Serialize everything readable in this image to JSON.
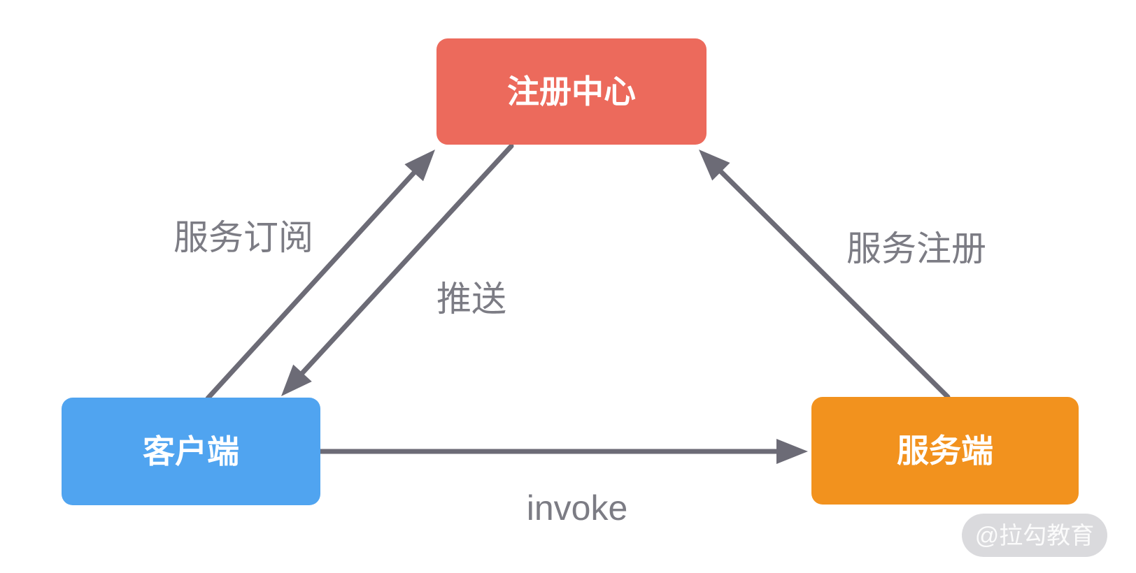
{
  "diagram": {
    "nodes": {
      "registry": {
        "label": "注册中心",
        "color": "#EC6A5C"
      },
      "client": {
        "label": "客户端",
        "color": "#50A4F0"
      },
      "server": {
        "label": "服务端",
        "color": "#F2921E"
      }
    },
    "edges": {
      "subscribe": {
        "label": "服务订阅",
        "from": "client",
        "to": "registry"
      },
      "push": {
        "label": "推送",
        "from": "registry",
        "to": "client"
      },
      "register": {
        "label": "服务注册",
        "from": "server",
        "to": "registry"
      },
      "invoke": {
        "label": "invoke",
        "from": "client",
        "to": "server"
      }
    },
    "colors": {
      "background": "#FFFFFF",
      "arrow": "#6C6B76",
      "edge_label_text": "#7C7C84",
      "node_text": "#FFFFFF",
      "watermark_bg": "#DADADD",
      "watermark_text": "#FFFFFF"
    },
    "watermark": {
      "text": "@拉勾教育"
    }
  }
}
